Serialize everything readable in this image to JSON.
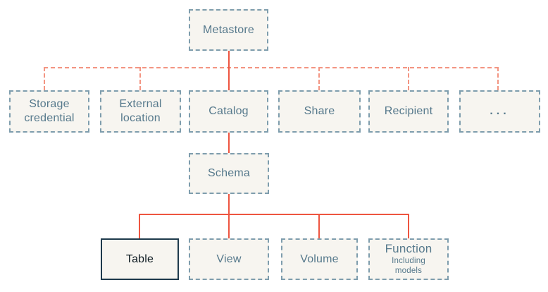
{
  "diagram": {
    "type": "hierarchy-tree",
    "nodes": {
      "metastore": {
        "label": "Metastore"
      },
      "storage_credential": {
        "label": "Storage credential"
      },
      "external_location": {
        "label": "External location"
      },
      "catalog": {
        "label": "Catalog"
      },
      "share": {
        "label": "Share"
      },
      "recipient": {
        "label": "Recipient"
      },
      "more": {
        "label": "..."
      },
      "schema": {
        "label": "Schema"
      },
      "table": {
        "label": "Table"
      },
      "view": {
        "label": "View"
      },
      "volume": {
        "label": "Volume"
      },
      "function": {
        "label": "Function",
        "sublabel": "Including models"
      }
    },
    "colors": {
      "box_fill": "#f7f5f0",
      "box_border": "#7e9dad",
      "text": "#56798c",
      "highlight_border": "#1e3a4c",
      "highlight_text": "#0e1b22",
      "solid_line": "#ee5540",
      "dotted_line": "#f39582"
    }
  }
}
